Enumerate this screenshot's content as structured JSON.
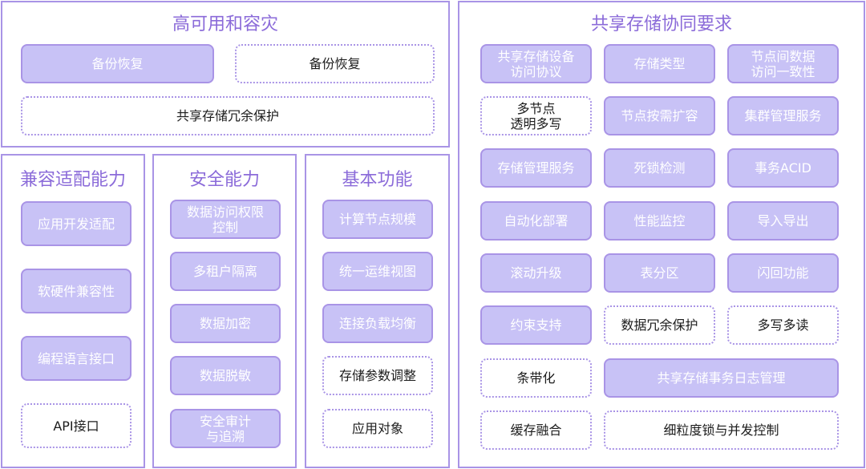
{
  "panels": {
    "ha": {
      "title": "高可用和容灾",
      "items": [
        "备份恢复",
        "备份恢复",
        "共享存储冗余保护"
      ]
    },
    "compat": {
      "title": "兼容适配能力",
      "items": [
        "应用开发适配",
        "软硬件兼容性",
        "编程语言接口",
        "API接口"
      ]
    },
    "security": {
      "title": "安全能力",
      "items": [
        "数据访问权限\n控制",
        "多租户隔离",
        "数据加密",
        "数据脱敏",
        "安全审计\n与追溯"
      ]
    },
    "basic": {
      "title": "基本功能",
      "items": [
        "计算节点规模",
        "统一运维视图",
        "连接负载均衡",
        "存储参数调整",
        "应用对象"
      ]
    },
    "storage": {
      "title": "共享存储协同要求",
      "items": [
        "共享存储设备\n访问协议",
        "存储类型",
        "节点间数据\n访问一致性",
        "多节点\n透明多写",
        "节点按需扩容",
        "集群管理服务",
        "存储管理服务",
        "死锁检测",
        "事务ACID",
        "自动化部署",
        "性能监控",
        "导入导出",
        "滚动升级",
        "表分区",
        "闪回功能",
        "约束支持",
        "数据冗余保护",
        "多写多读",
        "条带化",
        "共享存储事务日志管理",
        "缓存融合",
        "细粒度锁与并发控制"
      ]
    }
  },
  "colors": {
    "accent": "#a994e6",
    "title": "#8b6bd9",
    "fill": "#c8c2f6"
  }
}
